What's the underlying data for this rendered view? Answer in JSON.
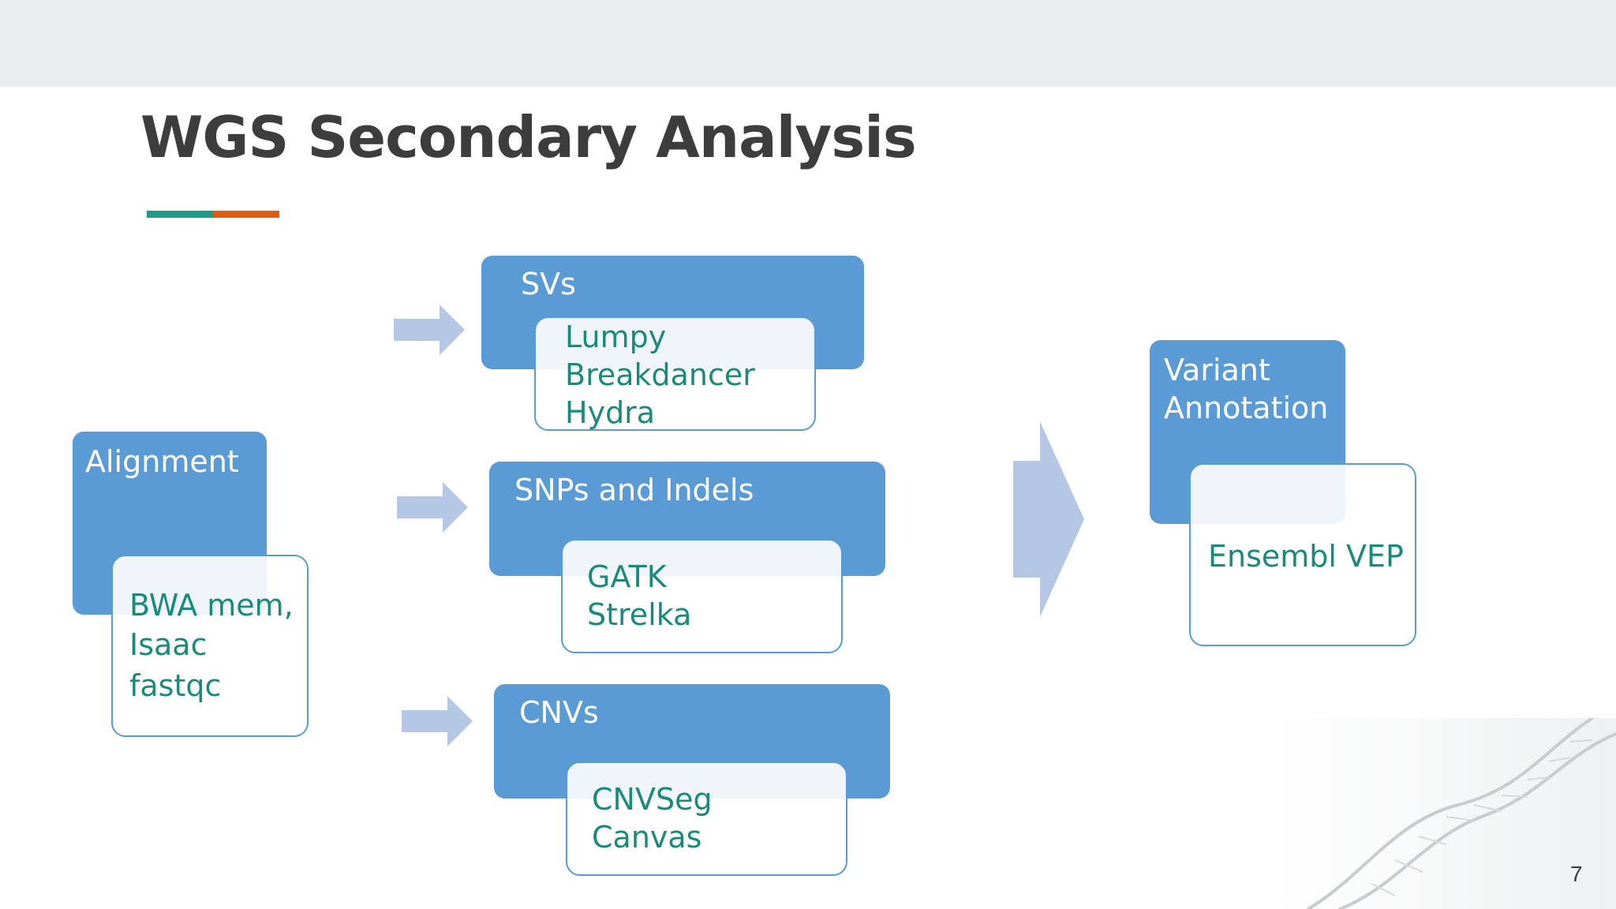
{
  "title": "WGS Secondary Analysis",
  "colors": {
    "band": "#e8eeed",
    "accent_teal": "#1f9b8a",
    "accent_orange": "#e35a12",
    "box_blue": "#5b9bd5",
    "arrow_blue": "#b4c8e6",
    "tool_text": "#1a8a7a"
  },
  "alignment": {
    "label": "Alignment",
    "tools": [
      "BWA mem,",
      "Isaac",
      "fastqc"
    ]
  },
  "svs": {
    "label": "SVs",
    "tools": [
      "Lumpy",
      "Breakdancer",
      "Hydra"
    ]
  },
  "snps": {
    "label": "SNPs and Indels",
    "tools": [
      "GATK",
      "Strelka"
    ]
  },
  "cnvs": {
    "label": "CNVs",
    "tools": [
      "CNVSeg",
      "Canvas"
    ]
  },
  "annotation": {
    "label_lines": [
      "Variant",
      "Annotation"
    ],
    "tools": [
      "Ensembl VEP"
    ]
  },
  "page_number": "7"
}
